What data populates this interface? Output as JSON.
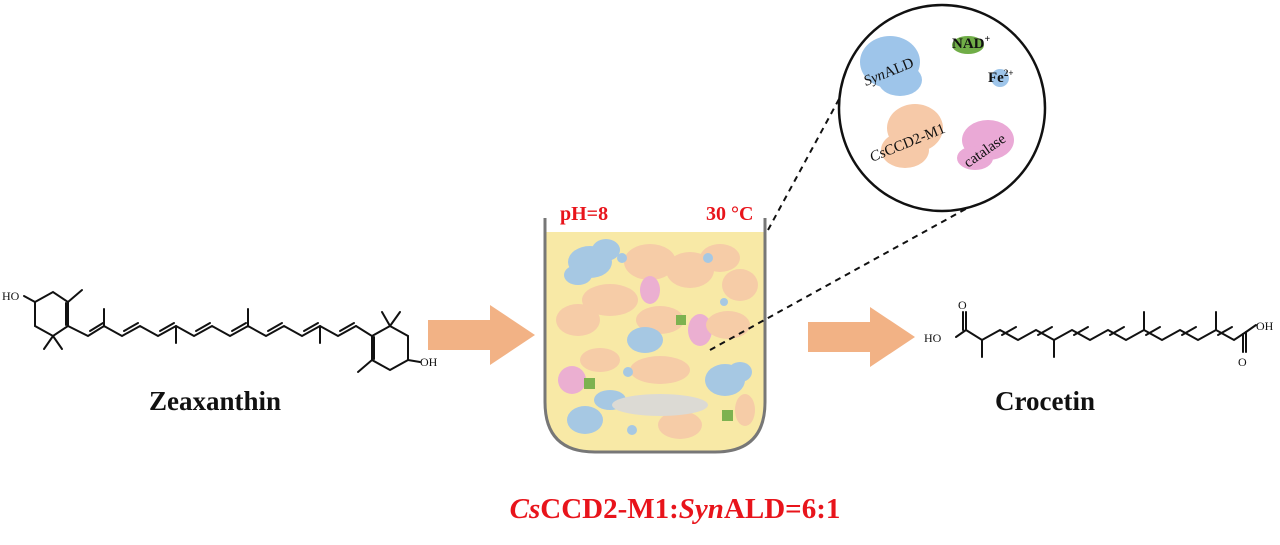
{
  "reactant_label": "Zeaxanthin",
  "product_label": "Crocetin",
  "conditions": {
    "ph": "pH=8",
    "temperature": "30 °C"
  },
  "ratio": {
    "a_italic": "Cs",
    "a_rest": "CCD2-M1:",
    "b_italic": "Syn",
    "b_rest": "ALD=6:1"
  },
  "inset": {
    "synald": {
      "italic": "Syn",
      "rest": "ALD"
    },
    "nad": "NAD",
    "nad_sup": "+",
    "fe": "Fe",
    "fe_sup": "2+",
    "csccd2": {
      "italic": "Cs",
      "rest": "CCD2-M1"
    },
    "catalase": "catalase"
  },
  "atoms": {
    "ho": "HO",
    "oh": "OH",
    "o": "O"
  },
  "colors": {
    "red": "#e8141b",
    "arrow": "#f2b285",
    "liquid": "#f8e9a6",
    "blue": "#9ec5ea",
    "peach": "#f6c9a8",
    "pink": "#eaa9d6",
    "green": "#70ad47"
  }
}
